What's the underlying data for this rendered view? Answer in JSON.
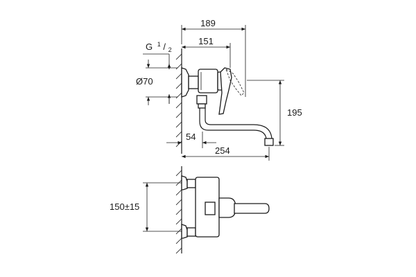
{
  "dimensions": {
    "width_total": "189",
    "width_lever": "151",
    "thread_prefix": "G",
    "thread_num": "1",
    "thread_den": "2",
    "diameter": "Ø70",
    "height": "195",
    "offset": "54",
    "spout_reach": "254",
    "centers": "150±15"
  }
}
